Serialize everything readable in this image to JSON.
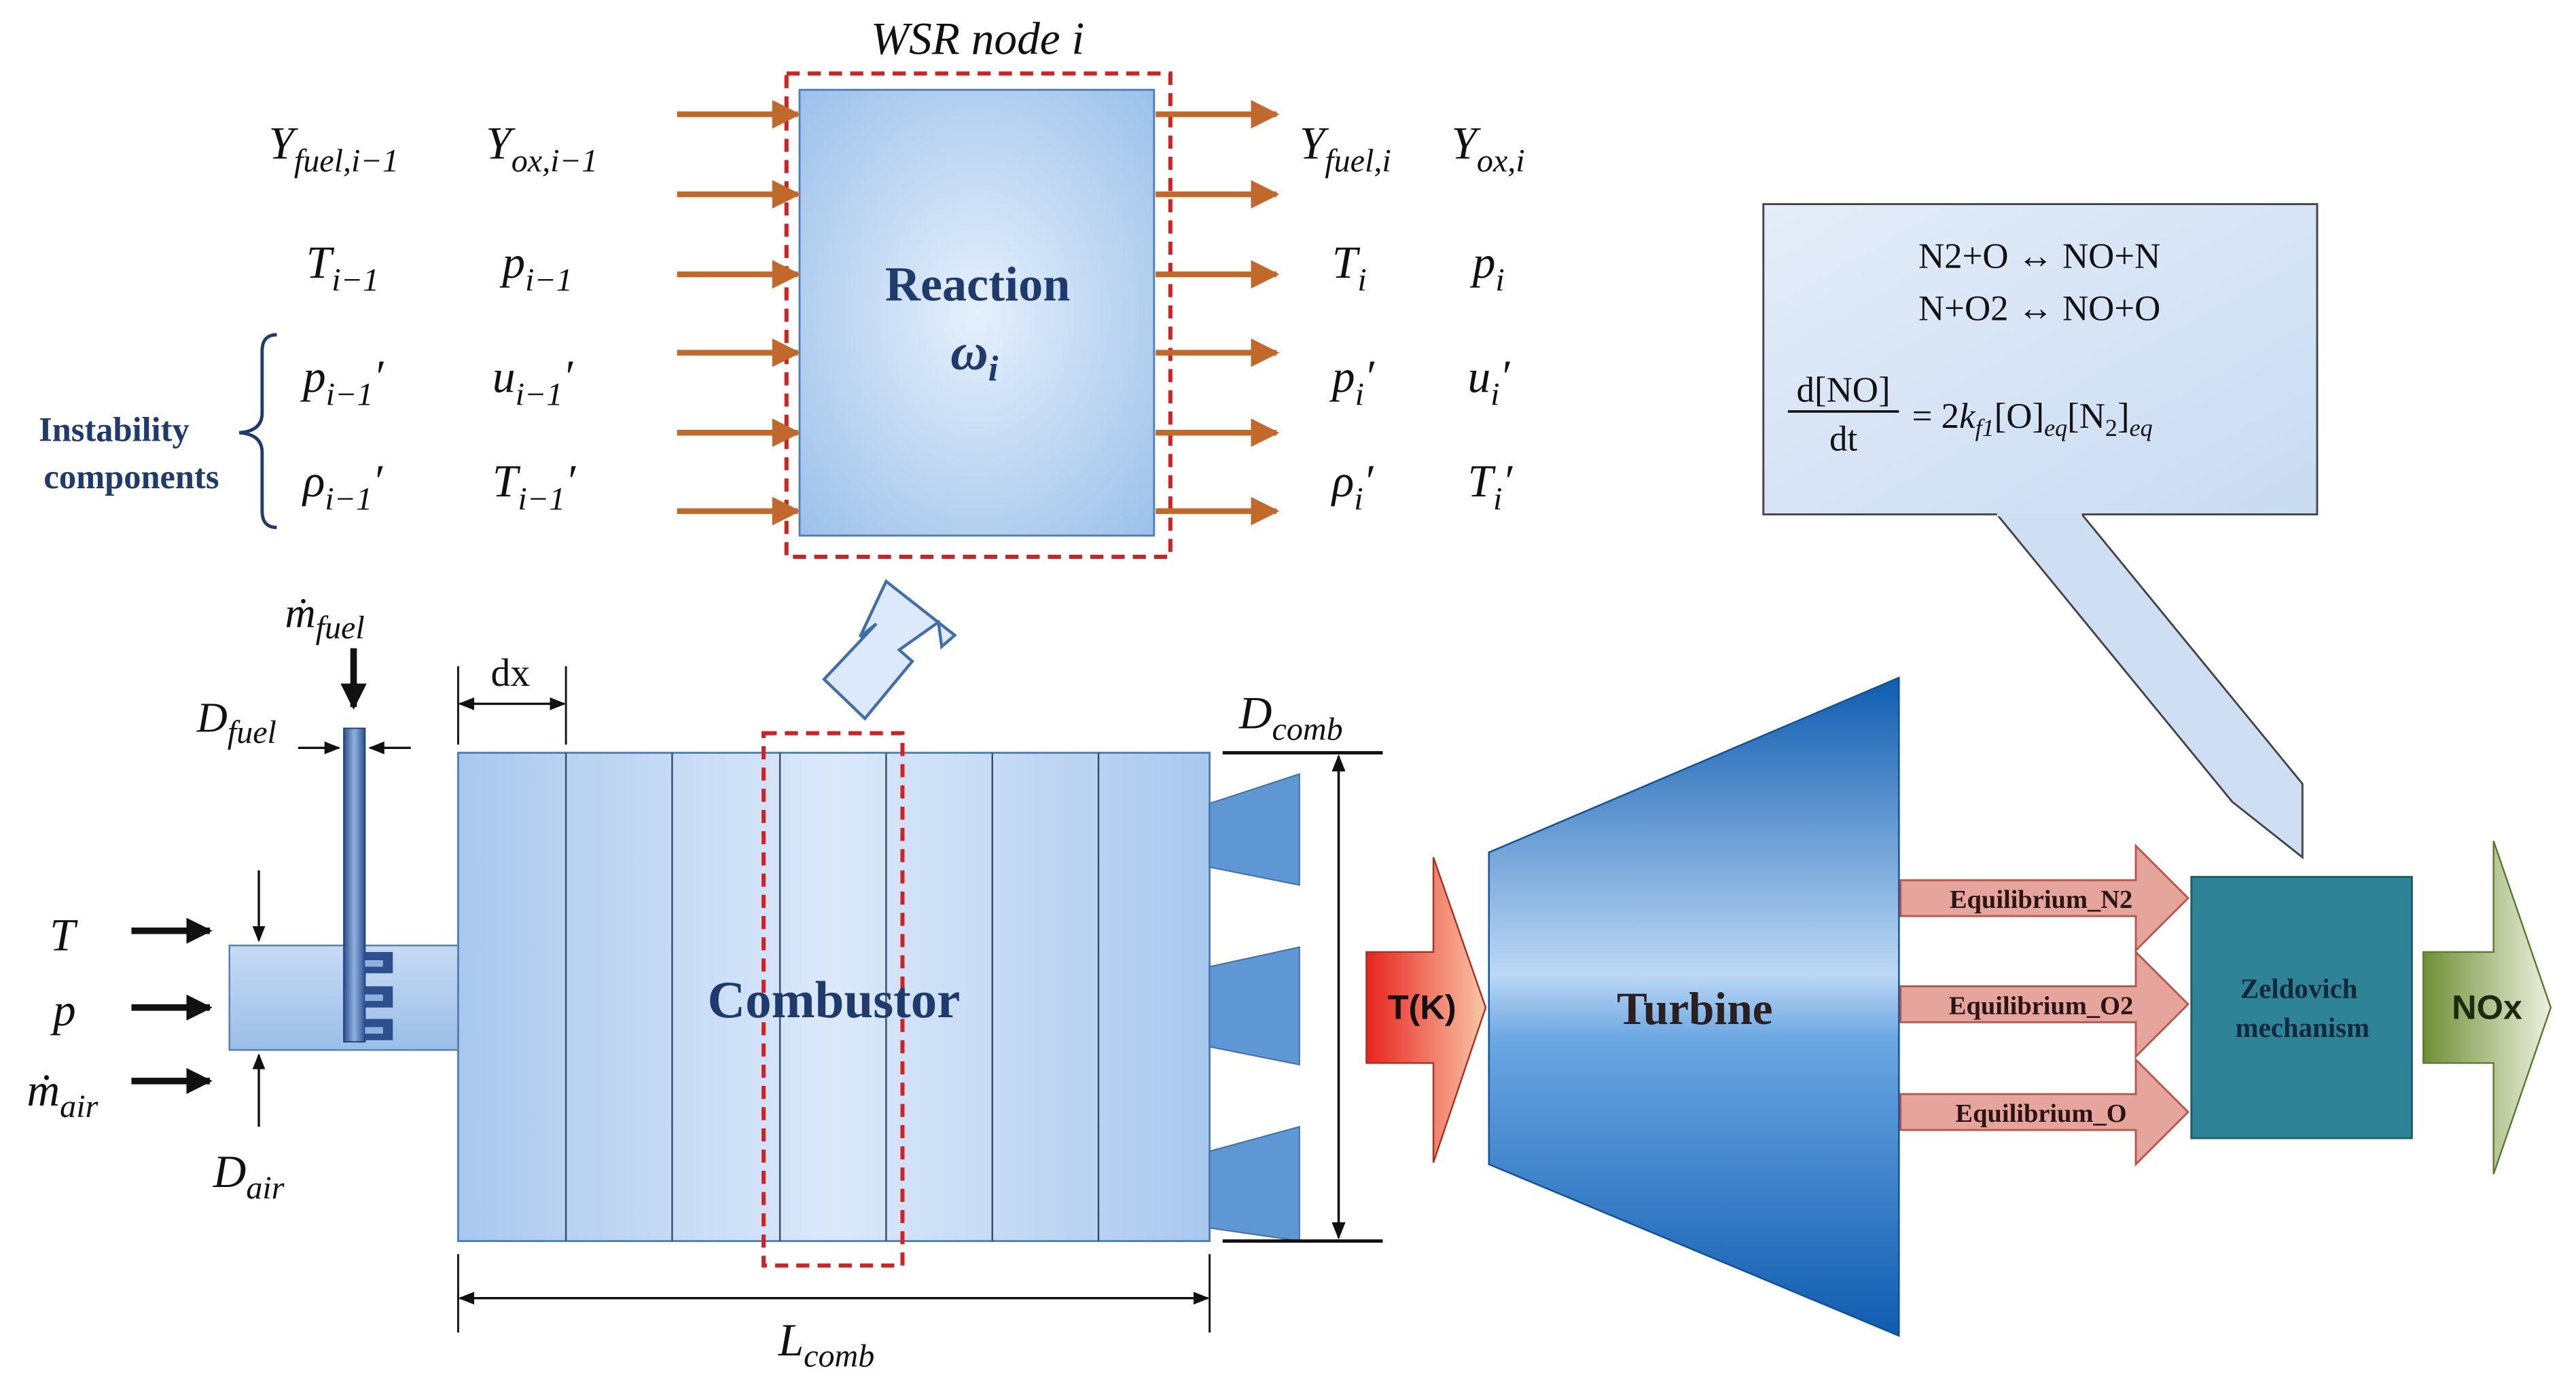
{
  "wsr_node_title": "WSR node i",
  "reaction_label": "Reaction",
  "reaction_rate": {
    "base": "ω",
    "sub": "i"
  },
  "instability_label": [
    "Instability",
    "components"
  ],
  "inputs": [
    [
      {
        "base": "Y",
        "sub": "fuel,i−1"
      },
      {
        "base": "Y",
        "sub": "ox,i−1"
      }
    ],
    [
      {
        "base": "T",
        "sub": "i−1"
      },
      {
        "base": "p",
        "sub": "i−1"
      }
    ],
    [
      {
        "base": "p",
        "sub": "i−1",
        "prime": "′"
      },
      {
        "base": "u",
        "sub": "i−1",
        "prime": "′"
      }
    ],
    [
      {
        "base": "ρ",
        "sub": "i−1",
        "prime": "′"
      },
      {
        "base": "T",
        "sub": "i−1",
        "prime": "′"
      }
    ]
  ],
  "outputs": [
    [
      {
        "base": "Y",
        "sub": "fuel,i"
      },
      {
        "base": "Y",
        "sub": "ox,i"
      }
    ],
    [
      {
        "base": "T",
        "sub": "i"
      },
      {
        "base": "p",
        "sub": "i"
      }
    ],
    [
      {
        "base": "p",
        "sub": "i",
        "prime": "′"
      },
      {
        "base": "u",
        "sub": "i",
        "prime": "′"
      }
    ],
    [
      {
        "base": "ρ",
        "sub": "i",
        "prime": "′"
      },
      {
        "base": "T",
        "sub": "i",
        "prime": "′"
      }
    ]
  ],
  "reactions": [
    "N2+O ↔ NO+N",
    "N+O2 ↔ NO+O"
  ],
  "no_rate": {
    "numerator": "d[NO]",
    "denominator": "dt",
    "rhs_coef": "= 2",
    "k": "k",
    "k_sub": "f1",
    "o_bracket": "[O]",
    "eq": "eq",
    "n2_open": "[N",
    "n2_sub": "2",
    "n2_close": "]"
  },
  "fuel_flow": {
    "base": "ṁ",
    "sub": "fuel"
  },
  "fuel_diameter": {
    "base": "D",
    "sub": "fuel"
  },
  "air_inputs": [
    {
      "base": "T"
    },
    {
      "base": "p"
    },
    {
      "base": "ṁ",
      "sub": "air"
    }
  ],
  "air_diameter": {
    "base": "D",
    "sub": "air"
  },
  "dx_label": "dx",
  "combustor_label": "Combustor",
  "comb_diameter": {
    "base": "D",
    "sub": "comb"
  },
  "comb_length": {
    "base": "L",
    "sub": "comb"
  },
  "temperature_arrow": "T(K)",
  "turbine_label": "Turbine",
  "equilibria": [
    "Equilibrium_N2",
    "Equilibrium_O2",
    "Equilibrium_O"
  ],
  "zeldovich_label": [
    "Zeldovich",
    "mechanism"
  ],
  "nox_label": "NOx",
  "colors": {
    "flow_arrow": "#c0692a",
    "dashed_box": "#d42020",
    "node_box": "#b3d0f0",
    "turbine": "#1e6fc0",
    "zeldovich": "#2e8496",
    "equilibrium_arrow": "#e6a59c",
    "nox_arrow": "#7a9a3e",
    "label_blue": "#1f3b6e"
  }
}
